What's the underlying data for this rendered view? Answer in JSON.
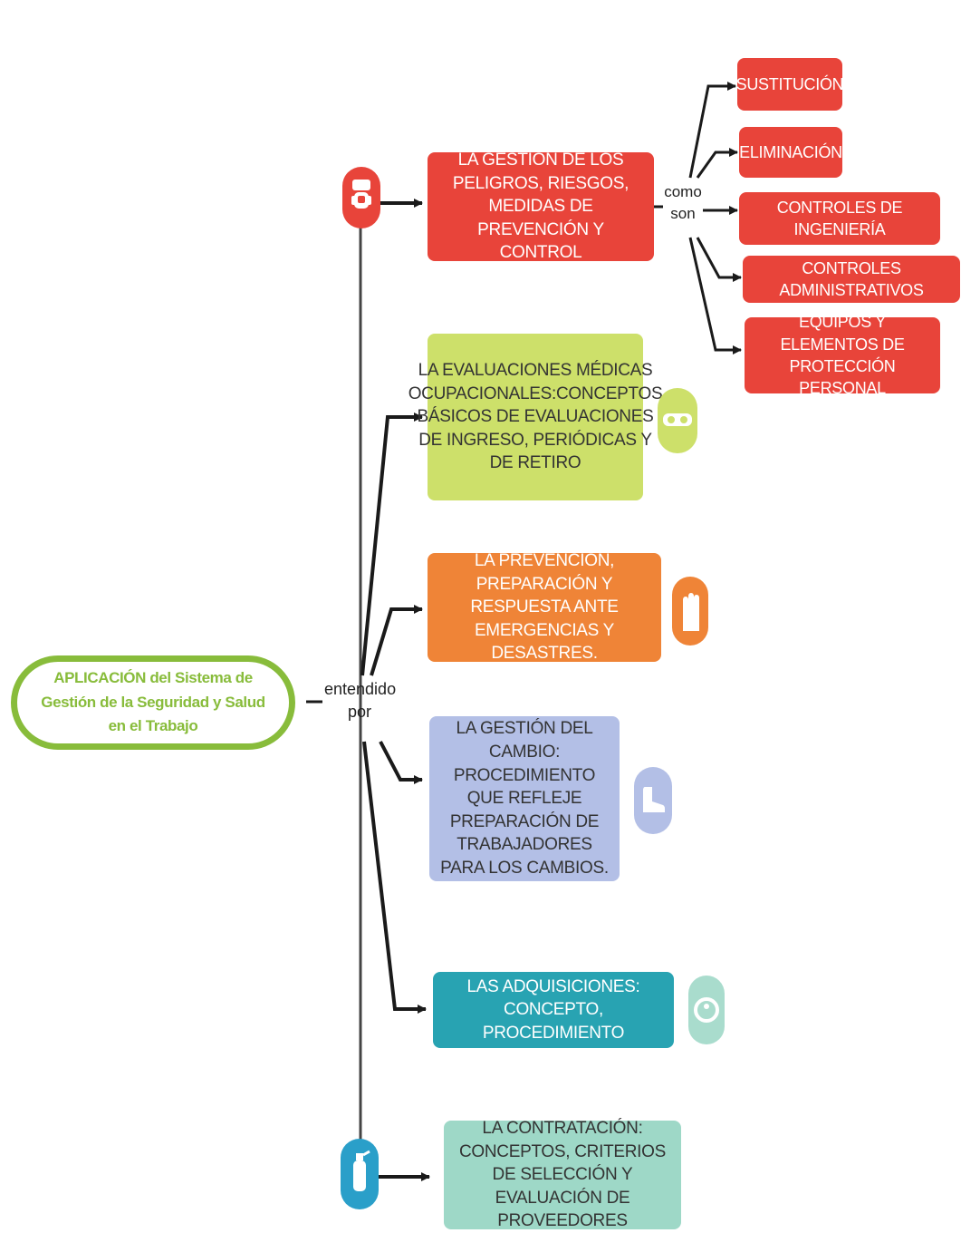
{
  "root": {
    "text": "APLICACIÓN del Sistema de Gestión de la Seguridad y Salud en el Trabajo"
  },
  "connectors": {
    "entendido": "entendido",
    "por": "por",
    "como": "como",
    "son": "son"
  },
  "nodes": {
    "peligros": "LA GESTIÓN DE LOS PELIGROS, RIESGOS, MEDIDAS DE PREVENCIÓN Y CONTROL",
    "evaluaciones": "LA EVALUACIONES MÉDICAS OCUPACIONALES:CONCEPTOS BÁSICOS DE EVALUACIONES DE INGRESO, PERIÓDICAS Y DE RETIRO",
    "prevencion": "LA PREVENCIÓN, PREPARACIÓN Y RESPUESTA ANTE EMERGENCIAS Y DESASTRES.",
    "cambio": "LA GESTIÓN DEL CAMBIO: PROCEDIMIENTO QUE REFLEJE PREPARACIÓN DE TRABAJADORES PARA LOS CAMBIOS.",
    "adquisiciones": "LAS ADQUISICIONES: CONCEPTO, PROCEDIMIENTO",
    "contratacion": "LA CONTRATACIÓN: CONCEPTOS, CRITERIOS DE SELECCIÓN Y EVALUACIÓN DE PROVEEDORES"
  },
  "controls": [
    "SUSTITUCIÓN",
    "ELIMINACIÓN",
    "CONTROLES DE INGENIERÍA",
    "CONTROLES ADMINISTRATIVOS",
    "EQUIPOS Y ELEMENTOS DE PROTECCIÓN PERSONAL"
  ],
  "icons": {
    "respirator": "respirator-icon",
    "goggles": "safety-goggles-icon",
    "glove": "glove-icon",
    "boot": "safety-boot-icon",
    "earplug": "ear-protection-icon",
    "extinguisher": "fire-extinguisher-icon"
  },
  "colors": {
    "root_border": "#88bc3b",
    "red": "#e8443a",
    "green": "#cde06a",
    "orange": "#ef8437",
    "lavender": "#b3bfe6",
    "teal": "#28a3b2",
    "mint": "#9ed8c7",
    "line": "#1a1a1a"
  }
}
